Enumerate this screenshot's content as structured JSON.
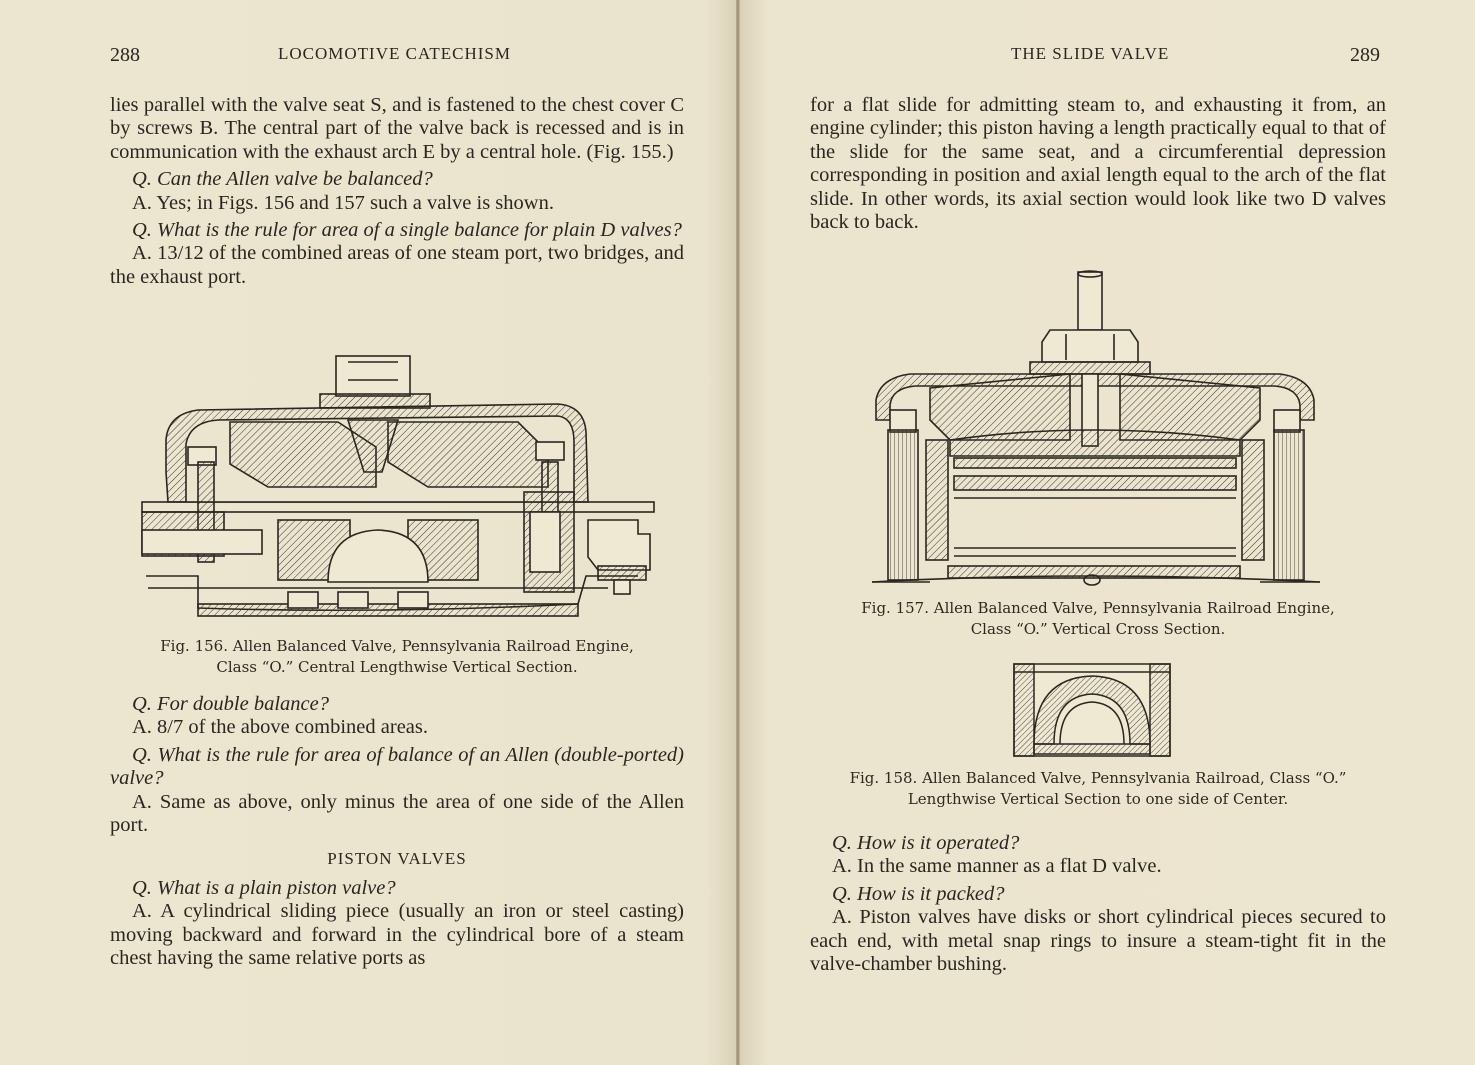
{
  "left_page": {
    "page_number": "288",
    "running_head": "LOCOMOTIVE CATECHISM",
    "para1": "lies parallel with the valve seat S, and is fastened to the chest cover C by screws B. The central part of the valve back is recessed and is in communication with the exhaust arch E by a central hole. (Fig. 155.)",
    "q1": "Q. Can the Allen valve be balanced?",
    "a1": "A. Yes; in Figs. 156 and 157 such a valve is shown.",
    "q2": "Q. What is the rule for area of a single balance for plain D valves?",
    "a2": "A. 13/12 of the combined areas of one steam port, two bridges, and the exhaust port.",
    "fig156_caption_line1": "Fig. 156. Allen Balanced Valve, Pennsylvania Railroad Engine,",
    "fig156_caption_line2": "Class “O.” Central Lengthwise Vertical Section.",
    "q3": "Q. For double balance?",
    "a3": "A. 8/7 of the above combined areas.",
    "q4": "Q. What is the rule for area of balance of an Allen (double-ported) valve?",
    "a4": "A. Same as above, only minus the area of one side of the Allen port.",
    "heading": "PISTON VALVES",
    "q5": "Q. What is a plain piston valve?",
    "a5": "A. A cylindrical sliding piece (usually an iron or steel casting) moving backward and forward in the cylindrical bore of a steam chest having the same relative ports as"
  },
  "right_page": {
    "page_number": "289",
    "running_head": "THE SLIDE VALVE",
    "para1": "for a flat slide for admitting steam to, and exhausting it from, an engine cylinder; this piston having a length practically equal to that of the slide for the same seat, and a circumferential depression corresponding in position and axial length equal to the arch of the flat slide. In other words, its axial section would look like two D valves back to back.",
    "fig157_caption_line1": "Fig. 157. Allen Balanced Valve, Pennsylvania Railroad Engine,",
    "fig157_caption_line2": "Class “O.” Vertical Cross Section.",
    "fig158_caption_line1": "Fig. 158. Allen Balanced Valve, Pennsylvania Railroad, Class “O.”",
    "fig158_caption_line2": "Lengthwise Vertical Section to one side of Center.",
    "q1": "Q. How is it operated?",
    "a1": "A. In the same manner as a flat D valve.",
    "q2": "Q. How is it packed?",
    "a2": "A. Piston valves have disks or short cylindrical pieces secured to each end, with metal snap rings to insure a steam-tight fit in the valve-chamber bushing."
  }
}
